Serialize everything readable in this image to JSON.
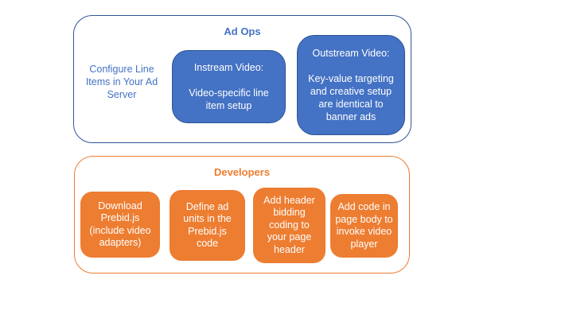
{
  "colors": {
    "blue_fill": "#4472C4",
    "blue_border": "#2F5597",
    "blue_text": "#4472C4",
    "orange": "#ED7D31",
    "white_text": "#FFFFFF",
    "background": "#FFFFFF"
  },
  "ad_ops": {
    "title": "Ad Ops",
    "side_note_lines": [
      "Configure Line",
      "Items in Your Ad",
      "Server"
    ],
    "boxes": [
      {
        "name": "instream-video",
        "lines": [
          "Instream Video:",
          "",
          "Video-specific line",
          "item setup"
        ]
      },
      {
        "name": "outstream-video",
        "lines": [
          "Outstream Video:",
          "",
          "Key-value targeting",
          "and creative setup",
          "are identical to",
          "banner ads"
        ]
      }
    ]
  },
  "developers": {
    "title": "Developers",
    "boxes": [
      {
        "name": "download-prebid",
        "lines": [
          "Download",
          "Prebid.js",
          "(include video",
          "adapters)"
        ]
      },
      {
        "name": "define-ad-units",
        "lines": [
          "Define ad",
          "units in the",
          "Prebid.js",
          "code"
        ]
      },
      {
        "name": "add-header-bidding",
        "lines": [
          "Add header",
          "bidding",
          "coding to",
          "your page",
          "header"
        ]
      },
      {
        "name": "add-page-body-code",
        "lines": [
          "Add code in",
          "page body to",
          "invoke video",
          "player"
        ]
      }
    ]
  }
}
